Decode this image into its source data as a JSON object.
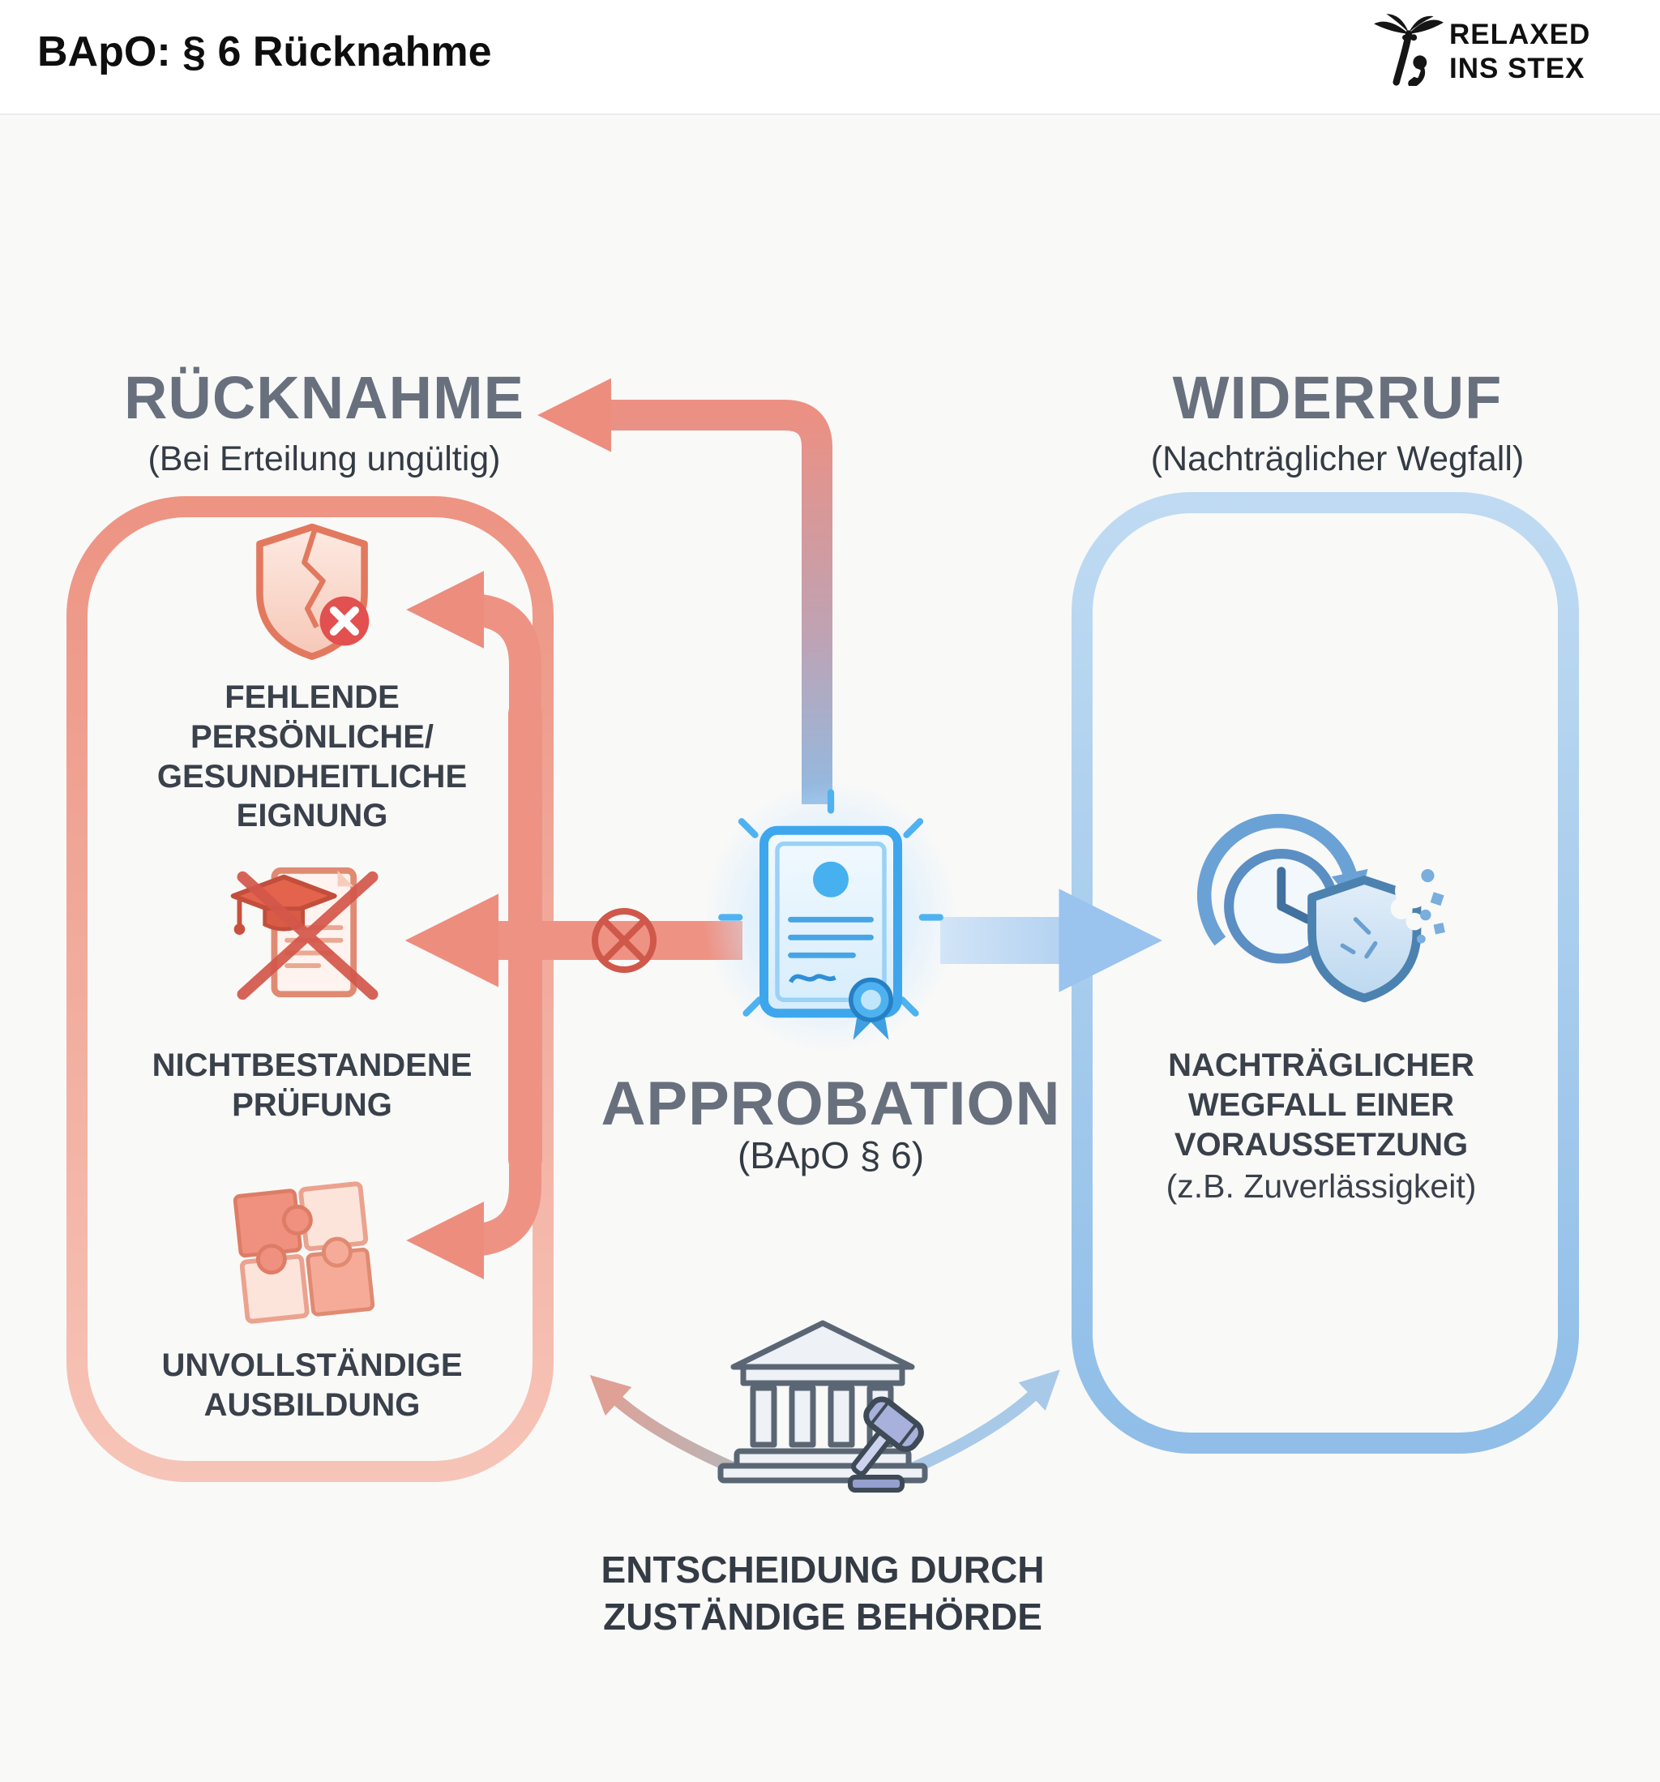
{
  "header": {
    "title": "BApO: § 6 Rücknahme"
  },
  "logo": {
    "line1": "RELAXED",
    "line2": "INS STEX"
  },
  "colors": {
    "accent_red": "#ee9183",
    "accent_red_dark": "#d0574a",
    "accent_blue": "#9ac3ed",
    "accent_blue_dark": "#3ea6ec",
    "heading_gray": "#68707e",
    "text_dark": "#3a414b",
    "background": "#f9f9f8"
  },
  "rucknahme": {
    "heading": "RÜCKNAHME",
    "subheading": "(Bei Erteilung ungültig)",
    "items": [
      {
        "icon": "broken-shield-x-icon",
        "label": "FEHLENDE\nPERSÖNLICHE/\nGESUNDHEITLICHE\nEIGNUNG"
      },
      {
        "icon": "failed-exam-icon",
        "label": "NICHTBESTANDENE\nPRÜFUNG"
      },
      {
        "icon": "incomplete-puzzle-icon",
        "label": "UNVOLLSTÄNDIGE\nAUSBILDUNG"
      }
    ]
  },
  "widerruf": {
    "heading": "WIDERRUF",
    "subheading": "(Nachträglicher Wegfall)",
    "item": {
      "icon": "clock-shield-decay-icon",
      "label": "NACHTRÄGLICHER\nWEGFALL EINER\nVORAUSSETZUNG",
      "note": "(z.B. Zuverlässigkeit)"
    }
  },
  "center": {
    "icon": "certificate-icon",
    "title": "APPROBATION",
    "subtitle": "(BApO § 6)"
  },
  "authority": {
    "icon": "courthouse-gavel-icon",
    "label": "ENTSCHEIDUNG DURCH\nZUSTÄNDIGE BEHÖRDE"
  }
}
